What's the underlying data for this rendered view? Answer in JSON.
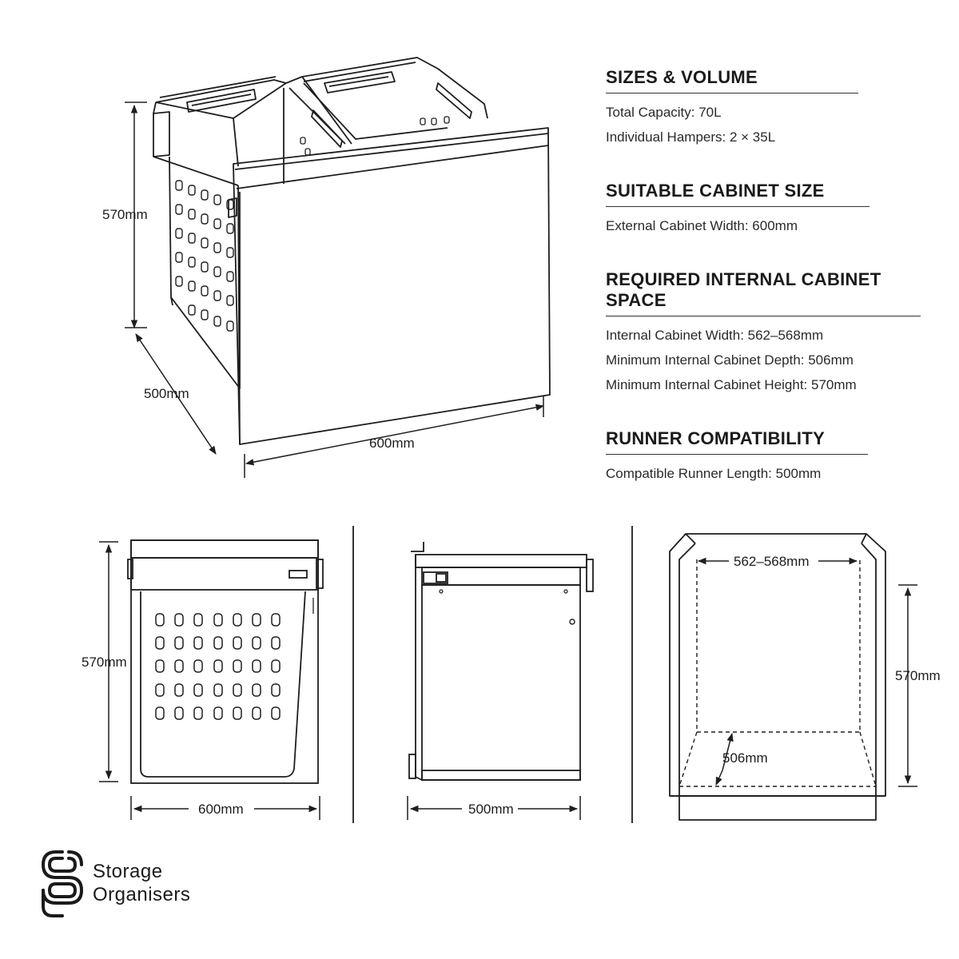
{
  "specs": {
    "sizes": {
      "title": "SIZES & VOLUME",
      "lines": [
        "Total Capacity: 70L",
        "Individual Hampers: 2 × 35L"
      ]
    },
    "cabinet": {
      "title": "SUITABLE CABINET SIZE",
      "lines": [
        "External Cabinet Width: 600mm"
      ]
    },
    "internal": {
      "title": "REQUIRED INTERNAL CABINET SPACE",
      "lines": [
        "Internal Cabinet Width: 562–568mm",
        "Minimum Internal Cabinet Depth: 506mm",
        "Minimum Internal Cabinet Height: 570mm"
      ]
    },
    "runner": {
      "title": "RUNNER COMPATIBILITY",
      "lines": [
        "Compatible Runner Length: 500mm"
      ]
    }
  },
  "dims": {
    "iso_height": "570mm",
    "iso_depth": "500mm",
    "iso_width": "600mm",
    "front_height": "570mm",
    "front_width": "600mm",
    "side_depth": "500mm",
    "cab_width": "562–568mm",
    "cab_height": "570mm",
    "cab_depth": "506mm"
  },
  "brand": {
    "line1": "Storage",
    "line2": "Organisers"
  },
  "colors": {
    "line": "#1e1e1e",
    "text": "#1c1c1c"
  }
}
